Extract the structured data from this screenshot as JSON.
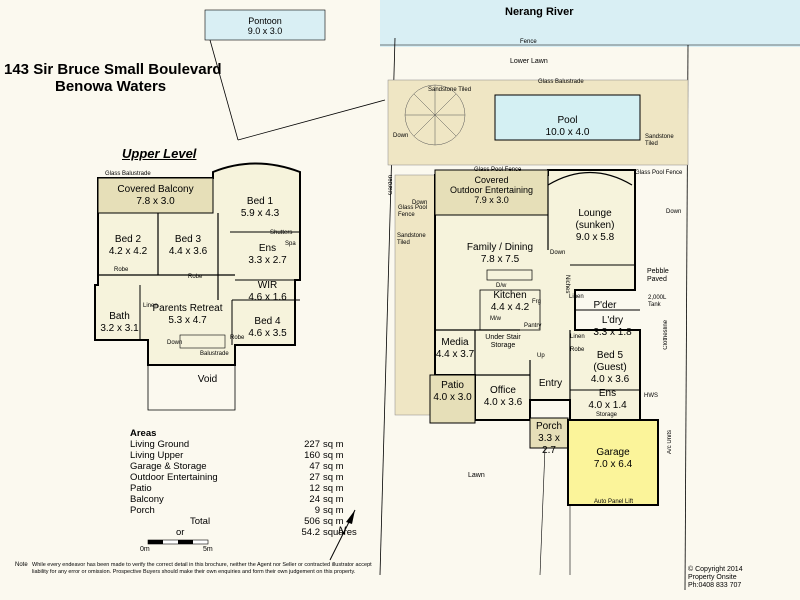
{
  "address": {
    "line1": "143 Sir Bruce Small Boulevard",
    "line2": "Benowa Waters"
  },
  "river": "Nerang River",
  "pontoon": {
    "name": "Pontoon",
    "dims": "9.0 x 3.0"
  },
  "upper_level": {
    "heading": "Upper Level",
    "rooms": {
      "balcony": "Covered Balcony\n7.8 x 3.0",
      "bed1": "Bed 1\n5.9 x 4.3",
      "bed2": "Bed 2\n4.2 x 4.2",
      "bed3": "Bed 3\n4.4 x 3.6",
      "ens": "Ens\n3.3 x 2.7",
      "wir": "WIR\n4.6 x 1.6",
      "parents": "Parents Retreat\n5.3 x 4.7",
      "bed4": "Bed 4\n4.6 x 3.5",
      "bath": "Bath\n3.2 x 3.1",
      "void": "Void"
    },
    "small": {
      "glass_balustrade": "Glass Balustrade",
      "robe1": "Robe",
      "robe2": "Robe",
      "robe3": "Robe",
      "shutters": "Shutters",
      "spa": "Spa",
      "linen": "Linen",
      "down": "Down",
      "balustrade": "Balustrade"
    }
  },
  "ground": {
    "rooms": {
      "pool": "Pool\n10.0 x 4.0",
      "covered": "Covered\nOutdoor Entertaining\n7.9 x 3.0",
      "lounge": "Lounge\n(sunken)\n9.0 x 5.8",
      "family": "Family / Dining\n7.8 x 7.5",
      "kitchen": "Kitchen\n4.4 x 4.2",
      "pder": "P'der",
      "ldry": "L'dry\n3.3 x 1.8",
      "media": "Media\n4.4 x 3.7",
      "understair": "Under Stair\nStorage",
      "bed5": "Bed 5\n(Guest)\n4.0 x 3.6",
      "patio": "Patio\n4.0 x 3.0",
      "office": "Office\n4.0 x 3.6",
      "entry": "Entry",
      "ens2": "Ens\n4.0 x 1.4",
      "porch": "Porch\n3.3 x 2.7",
      "garage": "Garage\n7.0 x 6.4"
    },
    "small": {
      "fence": "Fence",
      "lower_lawn": "Lower Lawn",
      "glass_balustrade": "Glass Balustrade",
      "sandstone_tiled_top": "Sandstone Tiled",
      "sandstone_tiled_right": "Sandstone\nTiled",
      "down_top": "Down",
      "glass_pool_fence1": "Glass Pool Fence",
      "glass_pool_fence2": "Glass Pool Fence",
      "garden": "Garden",
      "glass_pool_fence3": "Glass Pool\nFence",
      "down_left": "Down",
      "sandstone_tiled_left": "Sandstone\nTiled",
      "down_lounge": "Down",
      "down_right": "Down",
      "niches": "Niches",
      "pebble_paved": "Pebble\nPaved",
      "tank": "2,000L\nTank",
      "clothesline": "Clothesline",
      "d_w": "D/w",
      "frg": "Frg",
      "m_w": "M/w",
      "pantry": "Pantry",
      "linen1": "Linen",
      "linen2": "Linen",
      "robe": "Robe",
      "up": "Up",
      "hws": "HWS",
      "storage": "Storage",
      "ac_units": "A/c Units",
      "lawn": "Lawn",
      "auto_panel_lift": "Auto Panel Lift"
    }
  },
  "areas": {
    "heading": "Areas",
    "rows": [
      {
        "label": "Living Ground",
        "value": "227",
        "unit": "sq m"
      },
      {
        "label": "Living Upper",
        "value": "160",
        "unit": "sq m"
      },
      {
        "label": "Garage & Storage",
        "value": "47",
        "unit": "sq m"
      },
      {
        "label": "Outdoor Entertaining",
        "value": "27",
        "unit": "sq m"
      },
      {
        "label": "Patio",
        "value": "12",
        "unit": "sq m"
      },
      {
        "label": "Balcony",
        "value": "24",
        "unit": "sq m"
      },
      {
        "label": "Porch",
        "value": "9",
        "unit": "sq m"
      }
    ],
    "total_label": "Total",
    "total_value": "506",
    "total_unit": "sq m",
    "or_label": "or",
    "squares_value": "54.2",
    "squares_unit": "squares"
  },
  "north": "N",
  "scale": {
    "start": "0m",
    "end": "5m"
  },
  "note_label": "Note",
  "note": "While every endeavor has been made to verify the correct detail in this brochure, neither the Agent nor Seller or contracted illustrator accept liability for any error or omission. Prospective Buyers should make their own enquiries and form their own judgement on this property.",
  "copyright": {
    "line1": "Copyright 2014",
    "line2": "Property Onsite",
    "line3": "Ph:0408 833 707"
  },
  "colors": {
    "background": "#fbf9ef",
    "room_fill": "#f6f3dc",
    "covered_fill": "#e6dfb8",
    "sandstone": "#efe6c4",
    "river": "#d9eff4",
    "pool": "#d4f0f3",
    "garage": "#fbf49a",
    "walls": "#000000"
  }
}
